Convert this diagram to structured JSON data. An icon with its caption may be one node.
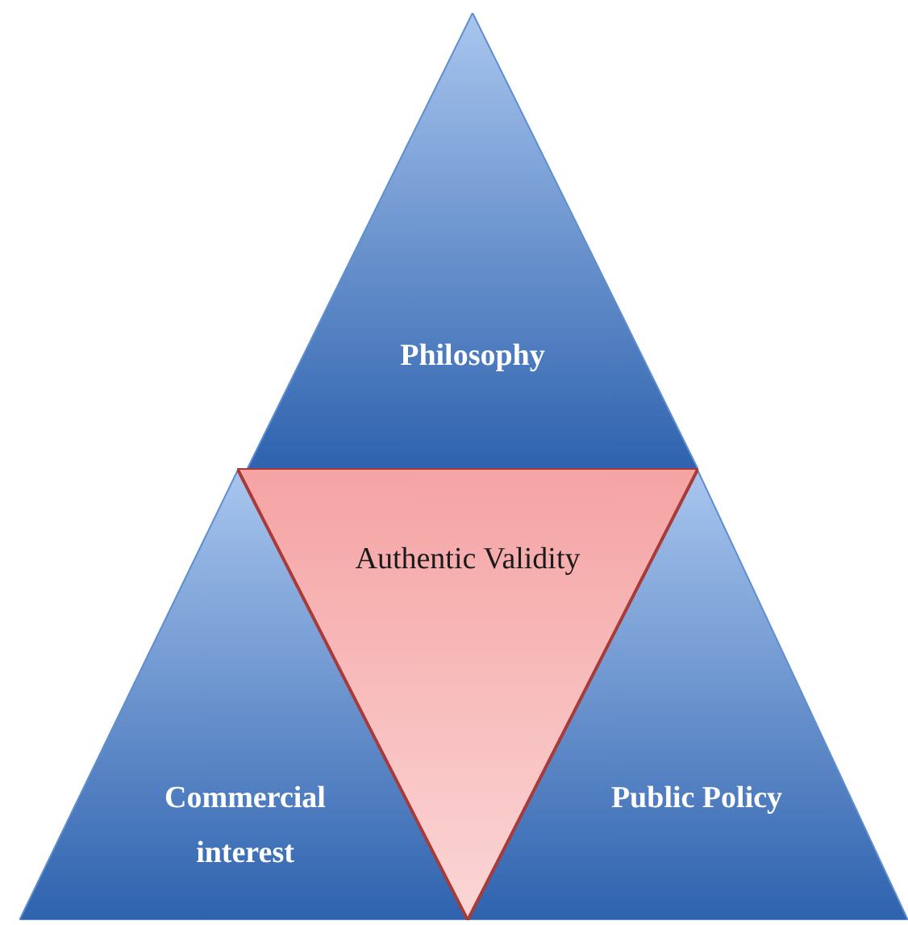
{
  "diagram": {
    "nodes": [
      {
        "text": [
          "Philosophy"
        ]
      },
      {
        "text": [
          "Commercial interest"
        ]
      },
      {
        "text": [
          "Public Policy"
        ]
      },
      {
        "text": [
          "Authentic Validity"
        ]
      }
    ]
  }
}
